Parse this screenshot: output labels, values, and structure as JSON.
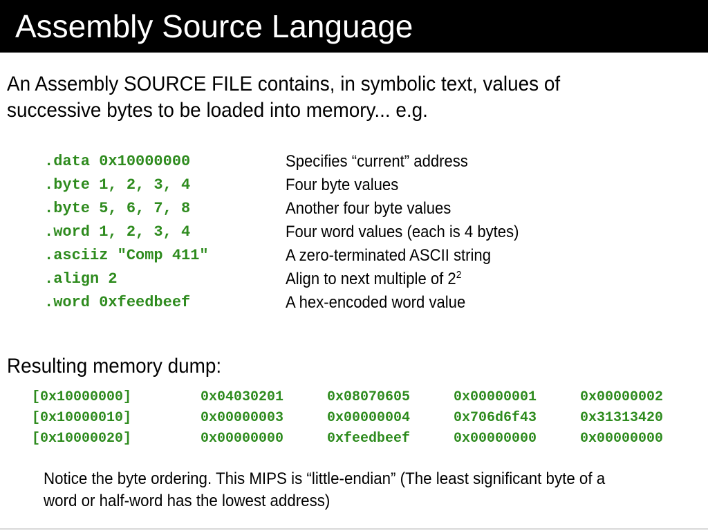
{
  "slide": {
    "title": "Assembly Source Language",
    "intro": "An Assembly SOURCE FILE contains, in symbolic text, values of successive bytes to be loaded into memory... e.g.",
    "code_lines": [
      ".data 0x10000000",
      ".byte 1, 2, 3, 4",
      ".byte 5, 6, 7, 8",
      ".word 1, 2, 3, 4",
      ".asciiz \"Comp 411\"",
      ".align 2",
      ".word 0xfeedbeef"
    ],
    "descriptions": [
      {
        "text": "Specifies “current” address",
        "sup": ""
      },
      {
        "text": "Four byte values",
        "sup": ""
      },
      {
        "text": "Another four byte values",
        "sup": ""
      },
      {
        "text": "Four word values (each is 4 bytes)",
        "sup": ""
      },
      {
        "text": "A zero-terminated ASCII string",
        "sup": ""
      },
      {
        "text": "Align to next multiple of 2",
        "sup": "2"
      },
      {
        "text": "A hex-encoded word value",
        "sup": ""
      }
    ],
    "dump_heading": "Resulting memory dump:",
    "dump_rows": [
      {
        "addr": "[0x10000000]",
        "words": [
          "0x04030201",
          "0x08070605",
          "0x00000001",
          "0x00000002"
        ]
      },
      {
        "addr": "[0x10000010]",
        "words": [
          "0x00000003",
          "0x00000004",
          "0x706d6f43",
          "0x31313420"
        ]
      },
      {
        "addr": "[0x10000020]",
        "words": [
          "0x00000000",
          "0xfeedbeef",
          "0x00000000",
          "0x00000000"
        ]
      }
    ],
    "notice": "Notice the byte ordering. This MIPS is “little-endian”  (The least significant byte of a word or half-word has the lowest address)"
  },
  "colors": {
    "title_background": "#000000",
    "title_text": "#ffffff",
    "code_green": "#2e8b1e",
    "body_text": "#000000"
  }
}
